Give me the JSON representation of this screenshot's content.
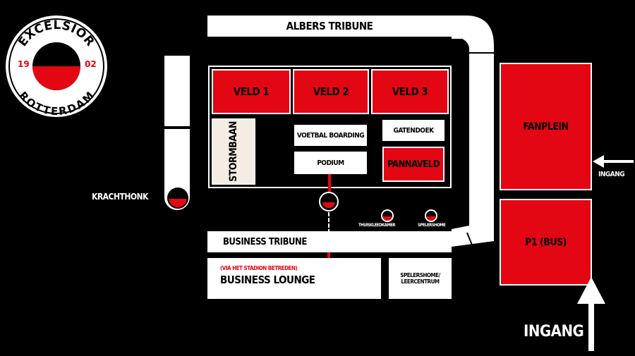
{
  "logo": {
    "top_text": "EXCELSIOR",
    "bottom_text": "ROTTERDAM",
    "year_left": "19",
    "year_right": "02"
  },
  "stands": {
    "albers": "ALBERS TRIBUNE",
    "business": "BUSINESS TRIBUNE"
  },
  "fields": {
    "veld1": "VELD 1",
    "veld2": "VELD 2",
    "veld3": "VELD 3"
  },
  "zones": {
    "stormbaan": "STORMBAAN",
    "voetbal_boarding": "VOETBAL BOARDING",
    "podium": "PODIUM",
    "gatendoek": "GATENDOEK",
    "pannaveld": "PANNAVELD",
    "fanplein": "FANPLEIN",
    "p1": "P1 (BUS)",
    "krachthonk": "KRACHTHONK",
    "thuiskleedkamer": "THUISKLEEDKAMER",
    "spelershome_small": "SPELERSHOME",
    "spelershome_box": "SPELERSHOME/ LEERCENTRUM"
  },
  "lounge": {
    "note": "(VIA HET STADION BETREDEN)",
    "name": "BUSINESS LOUNGE"
  },
  "entrances": {
    "small": "INGANG",
    "large": "INGANG"
  },
  "colors": {
    "red": "#e30613",
    "white": "#ffffff",
    "black": "#000000"
  }
}
